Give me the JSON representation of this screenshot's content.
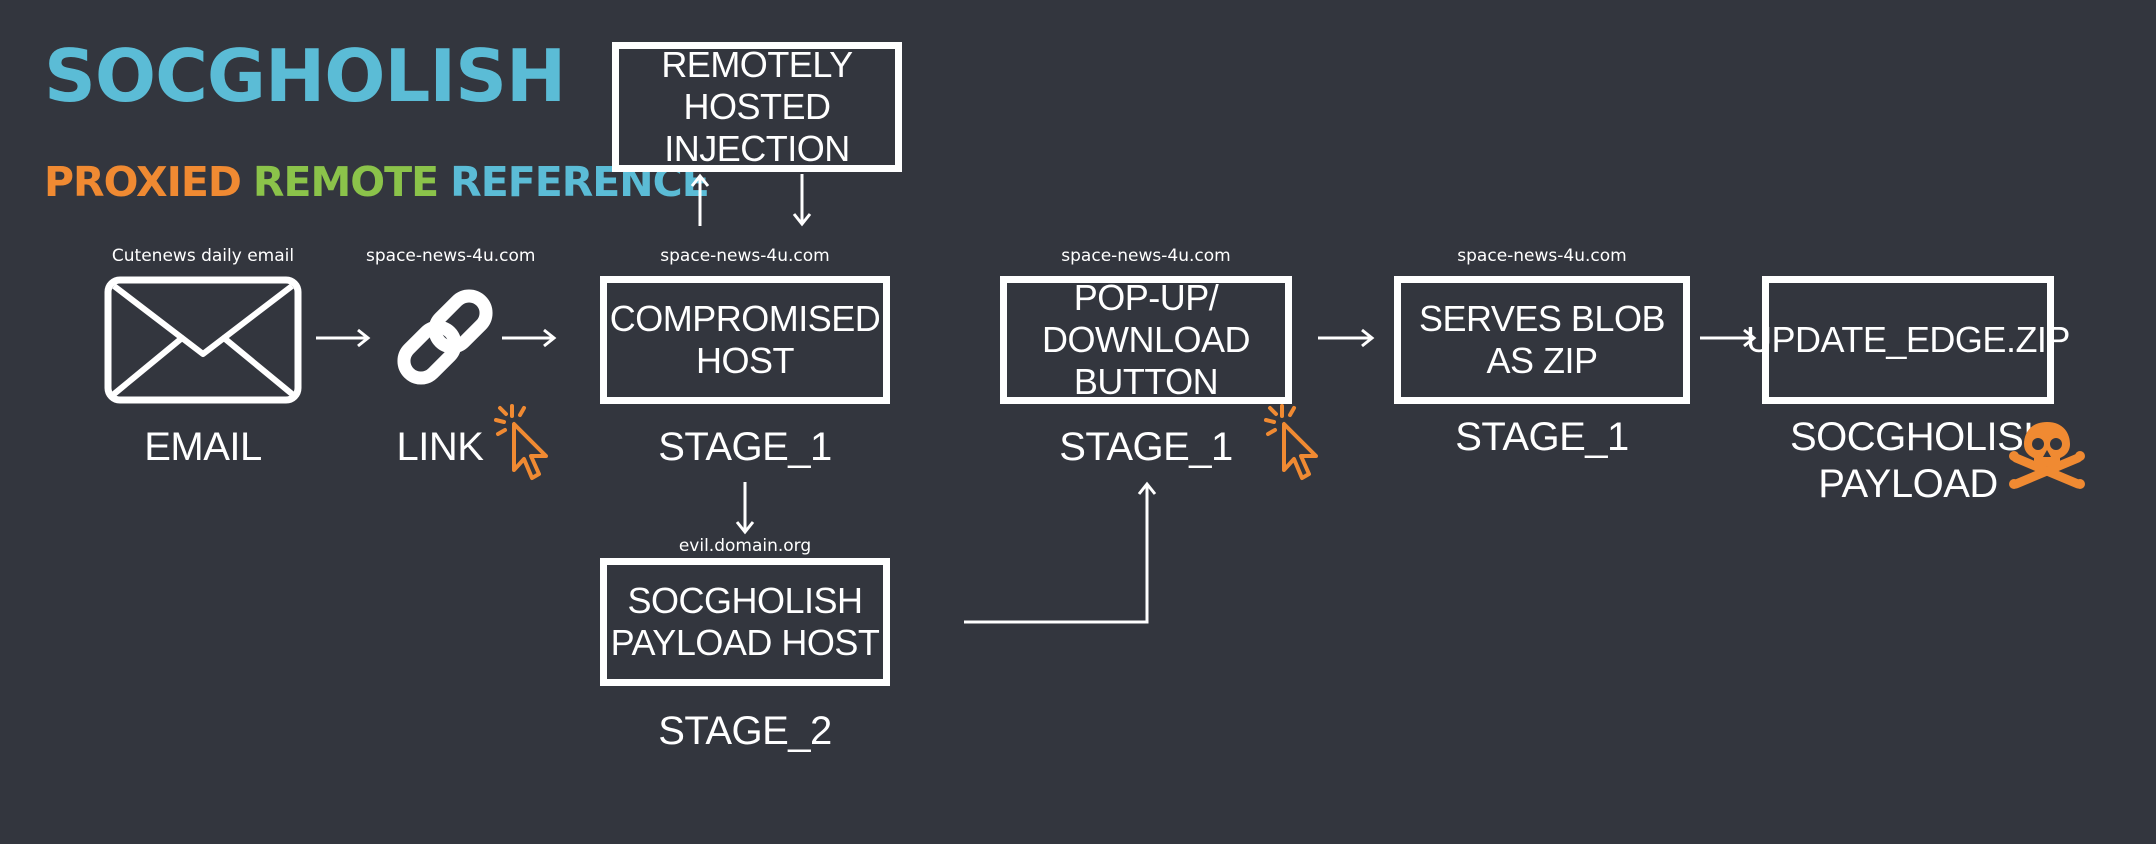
{
  "title": "SOCGHOLISH",
  "subtitle": {
    "word1": "PROXIED",
    "word2": "REMOTE",
    "word3": "REFERENCE"
  },
  "colors": {
    "background": "#33363e",
    "title": "#5bbcd6",
    "proxied": "#f08a32",
    "remote": "#8bc34a",
    "reference": "#5bbcd6",
    "accent_icon": "#f08a32",
    "line": "#ffffff"
  },
  "email": {
    "domain": "Cutenews daily email",
    "caption": "EMAIL",
    "icon": "envelope-icon"
  },
  "link": {
    "domain": "space-news-4u.com",
    "caption": "LINK",
    "icon": "chain-link-icon",
    "click_icon": "cursor-click-icon"
  },
  "injection": {
    "label": "REMOTELY\nHOSTED INJECTION"
  },
  "compromised": {
    "domain": "space-news-4u.com",
    "label": "COMPROMISED\nHOST",
    "caption": "STAGE_1"
  },
  "payload_host": {
    "domain": "evil.domain.org",
    "label": "SOCGHOLISH\nPAYLOAD HOST",
    "caption": "STAGE_2"
  },
  "popup": {
    "domain": "space-news-4u.com",
    "label": "POP-UP/\nDOWNLOAD BUTTON",
    "caption": "STAGE_1",
    "click_icon": "cursor-click-icon"
  },
  "serves": {
    "domain": "space-news-4u.com",
    "label": "SERVES BLOB AS ZIP",
    "caption": "STAGE_1"
  },
  "update": {
    "label": "UPDATE_EDGE.ZIP",
    "caption": "SOCGHOLISH\nPAYLOAD",
    "icon": "skull-crossbones-icon"
  }
}
